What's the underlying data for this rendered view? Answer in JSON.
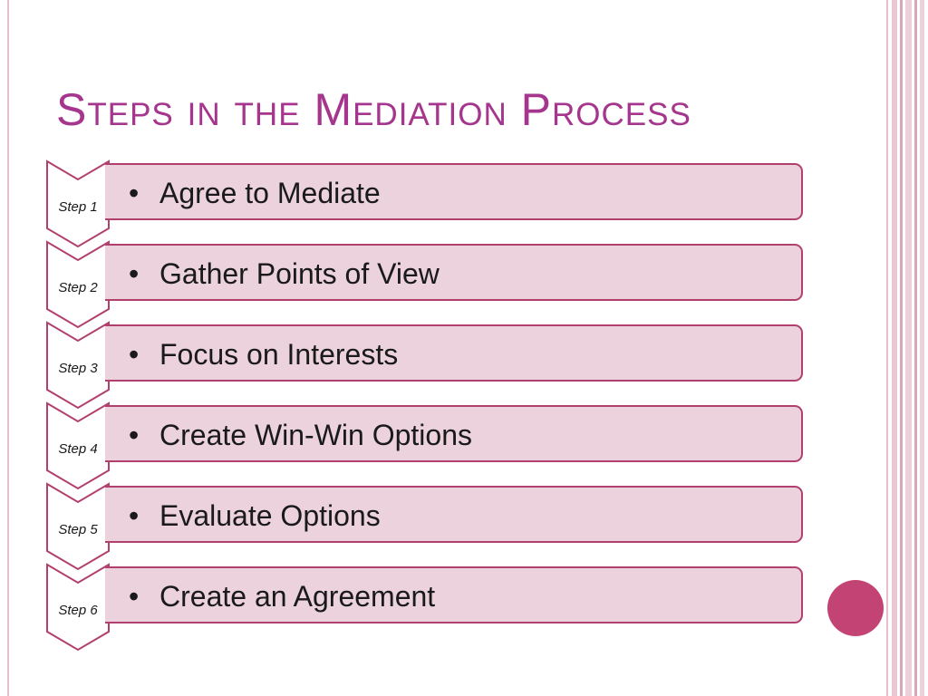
{
  "slide": {
    "title": "Steps in the Mediation Process"
  },
  "steps": [
    {
      "label": "Step 1",
      "text": "Agree to Mediate"
    },
    {
      "label": "Step 2",
      "text": "Gather Points of View"
    },
    {
      "label": "Step 3",
      "text": "Focus on Interests"
    },
    {
      "label": "Step 4",
      "text": "Create Win-Win Options"
    },
    {
      "label": "Step 5",
      "text": "Evaluate Options"
    },
    {
      "label": "Step 6",
      "text": "Create an Agreement"
    }
  ],
  "bullet": "•",
  "colors": {
    "title": "#a5358d",
    "accent_border": "#b2406f",
    "box_fill": "#ebd2dc",
    "chevron_fill": "#ffffff",
    "decor_circle": "#c44375",
    "frame_stripes": "#e6bfcc"
  }
}
